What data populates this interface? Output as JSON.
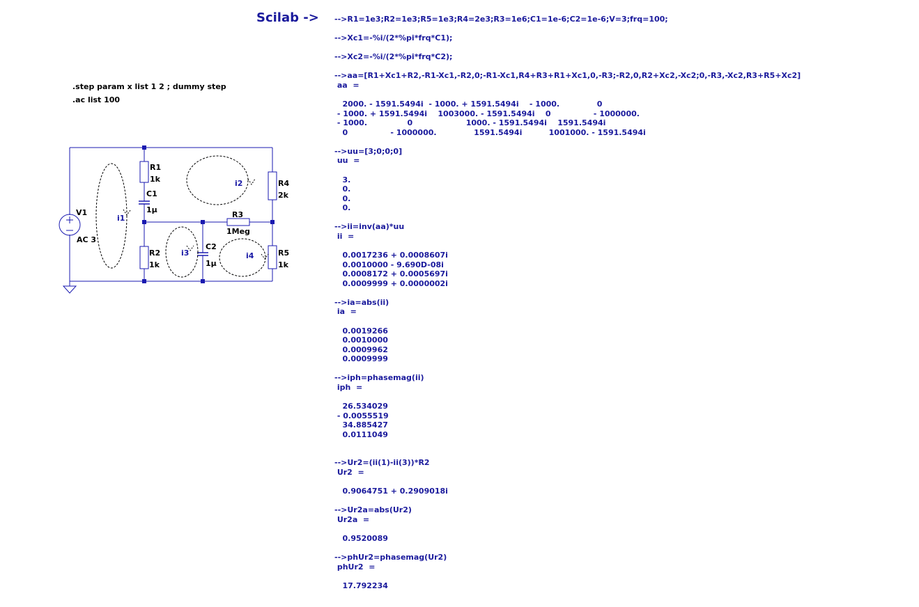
{
  "scilab_label": "Scilab ->",
  "directives": [
    ".step param x list 1 2 ; dummy step",
    ".ac list 100"
  ],
  "components": {
    "v1": {
      "name": "V1",
      "value": "AC 3"
    },
    "r1": {
      "name": "R1",
      "value": "1k"
    },
    "c1": {
      "name": "C1",
      "value": "1µ"
    },
    "r2": {
      "name": "R2",
      "value": "1k"
    },
    "c2": {
      "name": "C2",
      "value": "1µ"
    },
    "r3": {
      "name": "R3",
      "value": "1Meg"
    },
    "r4": {
      "name": "R4",
      "value": "2k"
    },
    "r5": {
      "name": "R5",
      "value": "1k"
    }
  },
  "loops": [
    "i1",
    "i2",
    "i3",
    "i4"
  ],
  "console_lines": [
    "-->R1=1e3;R2=1e3;R5=1e3;R4=2e3;R3=1e6;C1=1e-6;C2=1e-6;V=3;frq=100;",
    "",
    "-->Xc1=-%i/(2*%pi*frq*C1);",
    "",
    "-->Xc2=-%i/(2*%pi*frq*C2);",
    "",
    "-->aa=[R1+Xc1+R2,-R1-Xc1,-R2,0;-R1-Xc1,R4+R3+R1+Xc1,0,-R3;-R2,0,R2+Xc2,-Xc2;0,-R3,-Xc2,R3+R5+Xc2]",
    " aa  =",
    "",
    "   2000. - 1591.5494i  - 1000. + 1591.5494i    - 1000.              0",
    " - 1000. + 1591.5494i    1003000. - 1591.5494i    0                - 1000000.",
    " - 1000.               0                    1000. - 1591.5494i    1591.5494i",
    "   0                - 1000000.              1591.5494i          1001000. - 1591.5494i",
    "",
    "-->uu=[3;0;0;0]",
    " uu  =",
    "",
    "   3.",
    "   0.",
    "   0.",
    "   0.",
    "",
    "-->ii=inv(aa)*uu",
    " ii  =",
    "",
    "   0.0017236 + 0.0008607i",
    "   0.0010000 - 9.690D-08i",
    "   0.0008172 + 0.0005697i",
    "   0.0009999 + 0.0000002i",
    "",
    "-->ia=abs(ii)",
    " ia  =",
    "",
    "   0.0019266",
    "   0.0010000",
    "   0.0009962",
    "   0.0009999",
    "",
    "-->iph=phasemag(ii)",
    " iph  =",
    "",
    "   26.534029",
    " - 0.0055519",
    "   34.885427",
    "   0.0111049",
    "",
    "",
    "-->Ur2=(ii(1)-ii(3))*R2",
    " Ur2  =",
    "",
    "   0.9064751 + 0.2909018i",
    "",
    "-->Ur2a=abs(Ur2)",
    " Ur2a  =",
    "",
    "   0.9520089",
    "",
    "-->phUr2=phasemag(Ur2)",
    " phUr2  =",
    "",
    "   17.792234"
  ]
}
